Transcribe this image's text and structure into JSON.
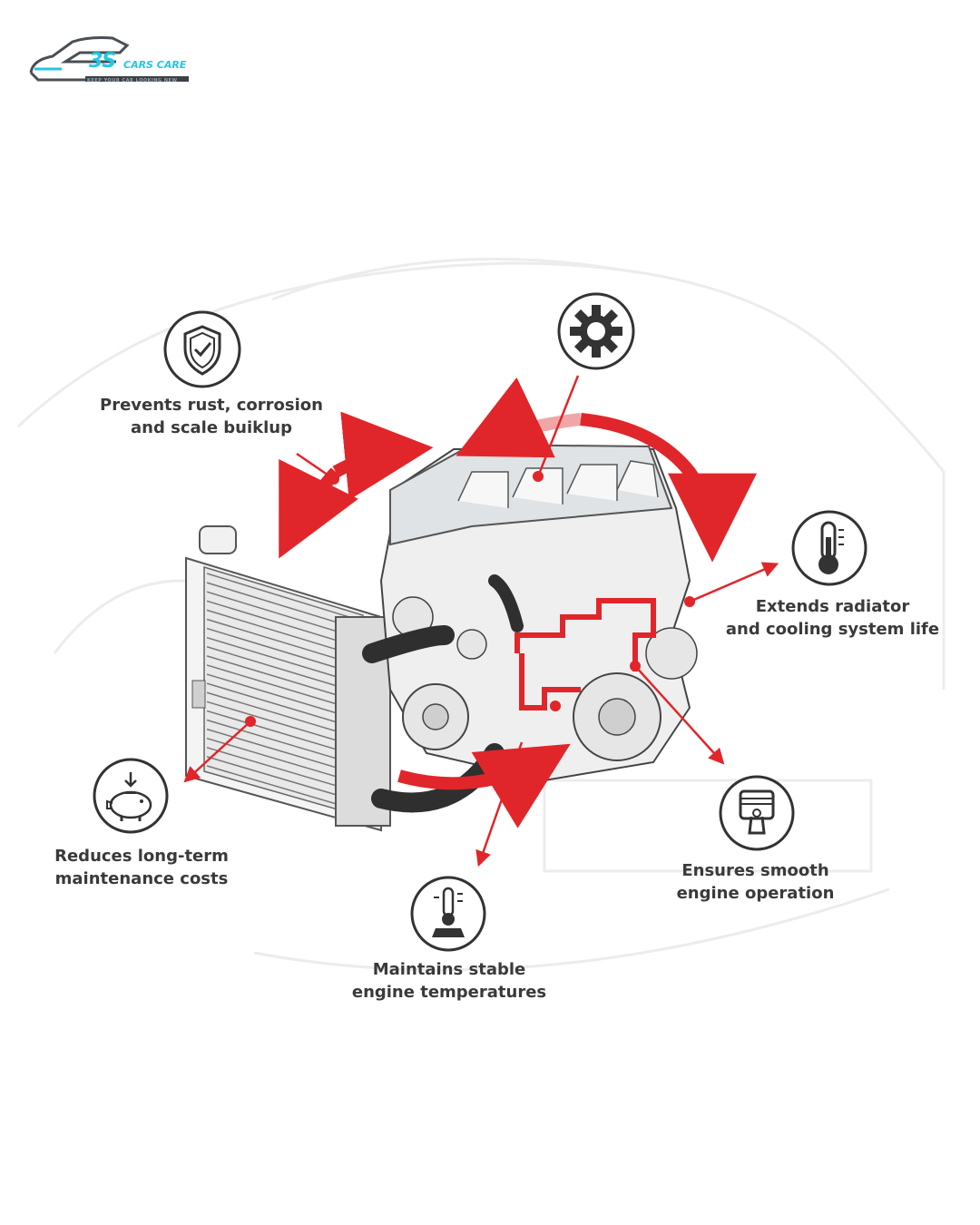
{
  "logo": {
    "brand": "3S",
    "sub": "CARS CARE",
    "tagline": "KEEP YOUR CAR LOOKING NEW"
  },
  "benefits": [
    {
      "icon": "shield-check-icon",
      "text": "Prevents rust, corrosion\nand scale buiklup"
    },
    {
      "icon": "gear-icon",
      "text": ""
    },
    {
      "icon": "thermometer-icon",
      "text": "Extends radiator\nand cooling system life"
    },
    {
      "icon": "piggy-bank-icon",
      "text": "Reduces long-term\nmaintenance costs"
    },
    {
      "icon": "piston-icon",
      "text": "Ensures smooth\nengine operation"
    },
    {
      "icon": "temperature-gauge-icon",
      "text": "Maintains stable\nengine temperatures"
    }
  ],
  "colors": {
    "accent_red": "#e0262a",
    "icon_stroke": "#333333",
    "logo_cyan": "#21c6e8"
  }
}
